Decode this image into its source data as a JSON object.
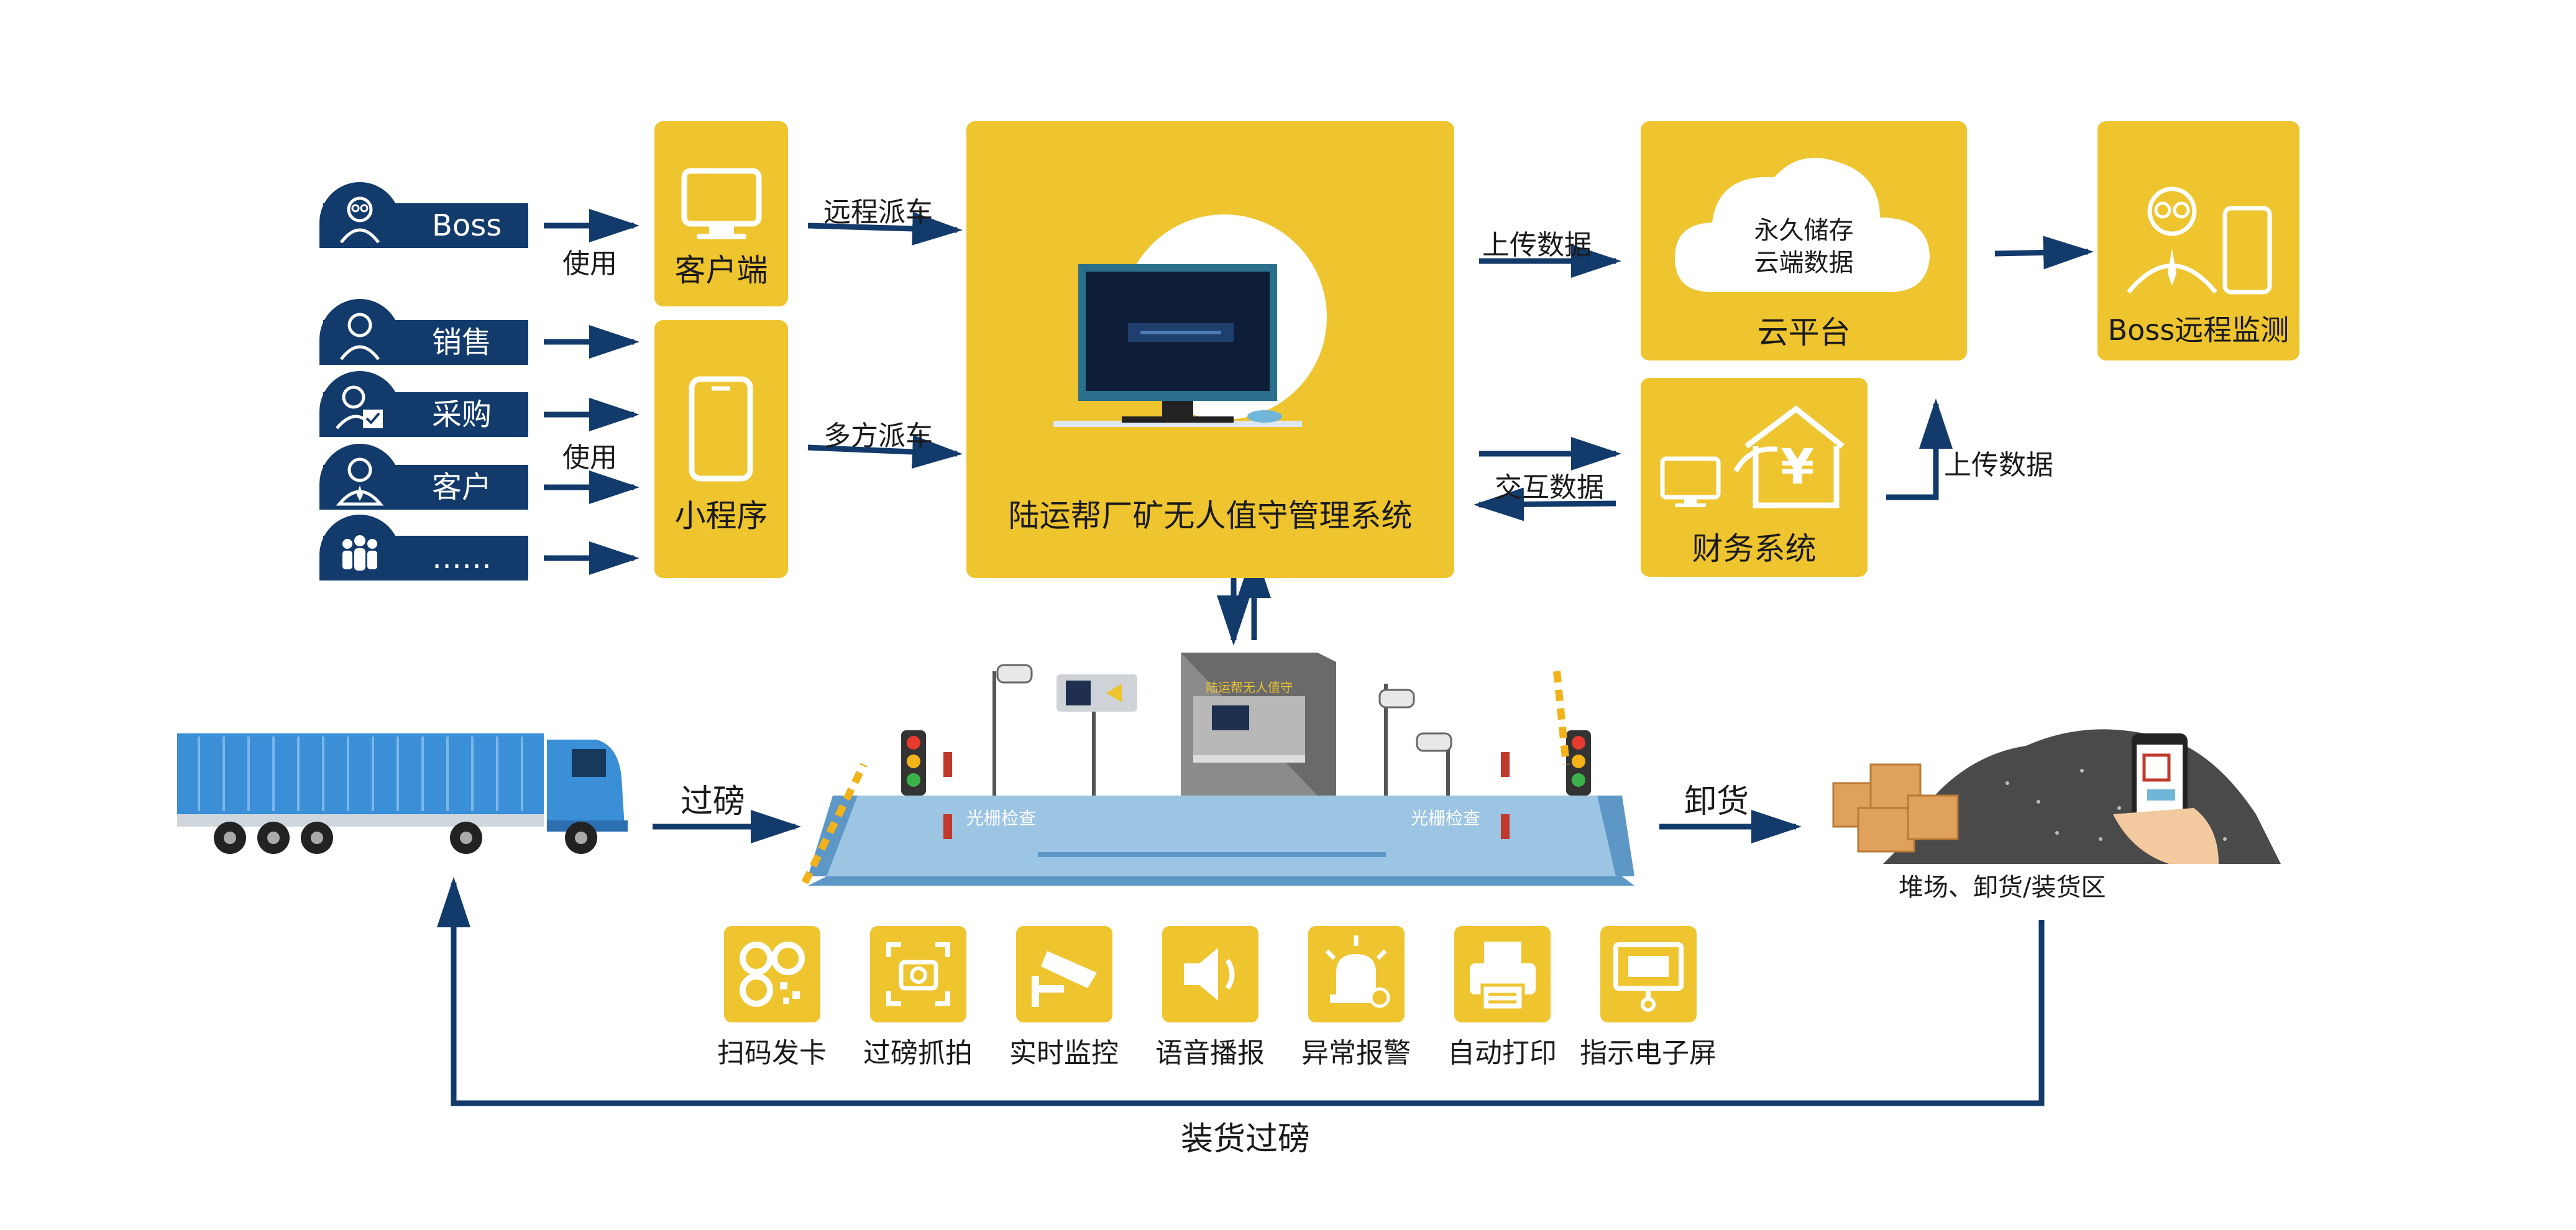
{
  "roles": [
    "Boss",
    "销售",
    "采购",
    "客户",
    "……"
  ],
  "arrow_labels": {
    "use_1": "使用",
    "use_2": "使用",
    "remote_dispatch": "远程派车",
    "multi_dispatch": "多方派车",
    "upload_1": "上传数据",
    "interact": "交互数据",
    "upload_2": "上传数据",
    "weigh": "过磅",
    "unload": "卸货",
    "load_weigh": "装货过磅"
  },
  "boxes": {
    "client": "客户端",
    "miniprogram": "小程序",
    "system": "陆运帮厂矿无人值守管理系统",
    "cloud_text_1": "永久储存",
    "cloud_text_2": "云端数据",
    "cloud": "云平台",
    "finance": "财务系统",
    "boss_monitor": "Boss远程监测"
  },
  "scene": {
    "booth_sign": "陆运帮无人值守",
    "grating_left": "光栅检查",
    "grating_right": "光栅检查",
    "yard": "堆场、卸货/装货区"
  },
  "features": [
    "扫码发卡",
    "过磅抓拍",
    "实时监控",
    "语音播报",
    "异常报警",
    "自动打印",
    "指示电子屏"
  ],
  "colors": {
    "yellow": "#eec42f",
    "navy": "#123a6b",
    "truck_blue": "#3a8fd6",
    "scale_blue": "#7fb6de"
  }
}
